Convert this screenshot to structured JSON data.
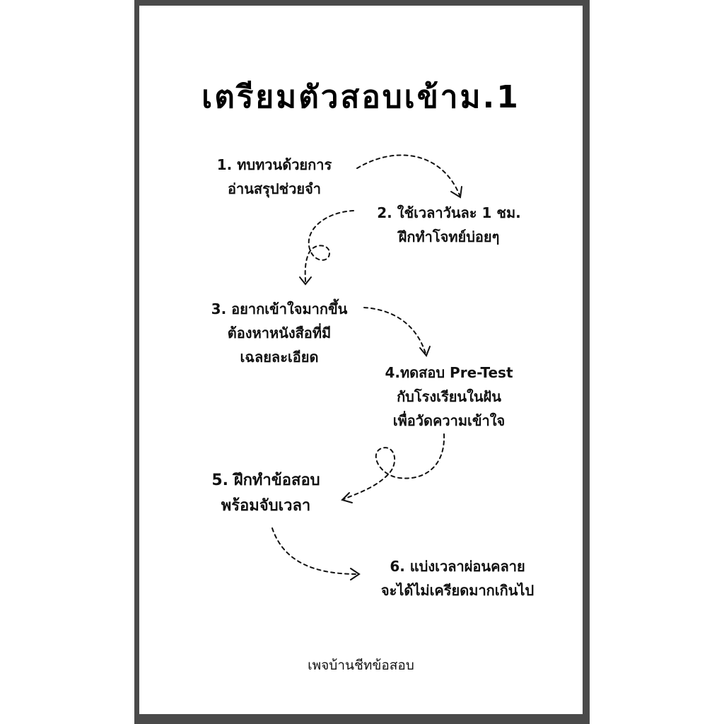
{
  "title": "เตรียมตัวสอบเข้าม.1",
  "steps": [
    {
      "lines": [
        "1. ทบทวนด้วยการ",
        "อ่านสรุปช่วยจำ"
      ]
    },
    {
      "lines": [
        "2. ใช้เวลาวันละ 1 ชม.",
        "ฝึกทำโจทย์บ่อยๆ"
      ]
    },
    {
      "lines": [
        "3. อยากเข้าใจมากขึ้น",
        "ต้องหาหนังสือที่มี",
        "เฉลยละเอียด"
      ]
    },
    {
      "lines": [
        "4.ทดสอบ Pre-Test",
        "กับโรงเรียนในฝัน",
        "เพื่อวัดความเข้าใจ"
      ]
    },
    {
      "lines": [
        "5. ฝึกทำข้อสอบ",
        "พร้อมจับเวลา"
      ]
    },
    {
      "lines": [
        "6. แบ่งเวลาผ่อนคลาย",
        "จะได้ไม่เครียดมากเกินไป"
      ]
    }
  ],
  "footer": "เพจบ้านชีทข้อสอบ",
  "icons": {
    "arrow": "dashed-curved-arrow-icon"
  },
  "colors": {
    "frame": "#4a4a4a",
    "text": "#111111",
    "background": "#ffffff"
  }
}
